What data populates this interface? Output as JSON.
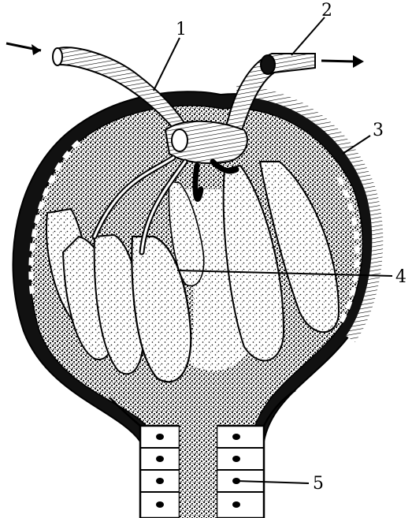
{
  "diagram": {
    "callouts": [
      {
        "id": "callout-1",
        "text": "1"
      },
      {
        "id": "callout-2",
        "text": "2"
      },
      {
        "id": "callout-3",
        "text": "3"
      },
      {
        "id": "callout-4",
        "text": "4"
      },
      {
        "id": "callout-5",
        "text": "5"
      }
    ],
    "colors": {
      "ink": "#000000",
      "paper": "#ffffff"
    }
  }
}
